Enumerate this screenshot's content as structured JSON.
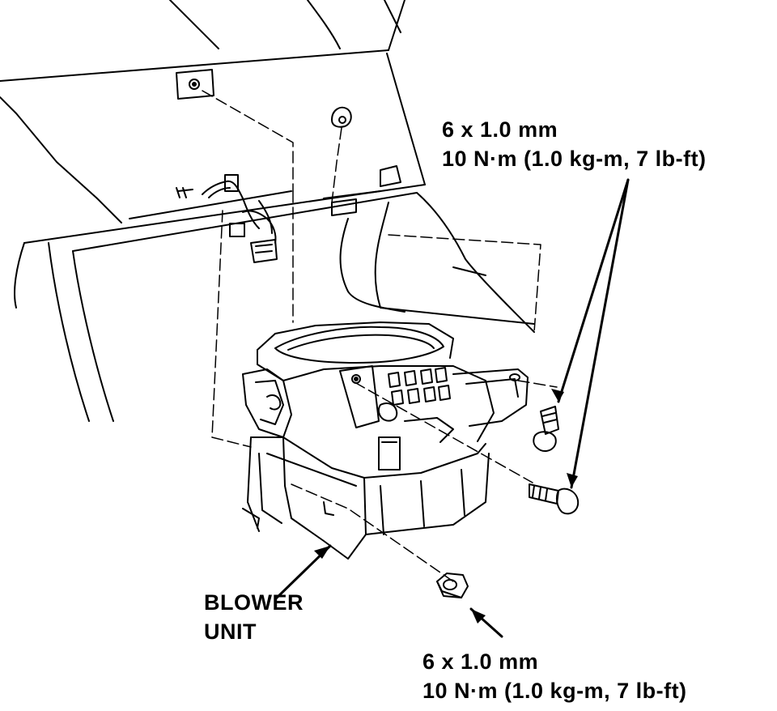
{
  "labels": {
    "spec_top": {
      "size": "6 x 1.0 mm",
      "torque": "10 N·m (1.0 kg-m, 7 lb-ft)"
    },
    "spec_bottom": {
      "size": "6 x 1.0 mm",
      "torque": "10 N·m (1.0 kg-m, 7 lb-ft)"
    },
    "blower_unit": {
      "line1": "BLOWER",
      "line2": "UNIT"
    }
  }
}
